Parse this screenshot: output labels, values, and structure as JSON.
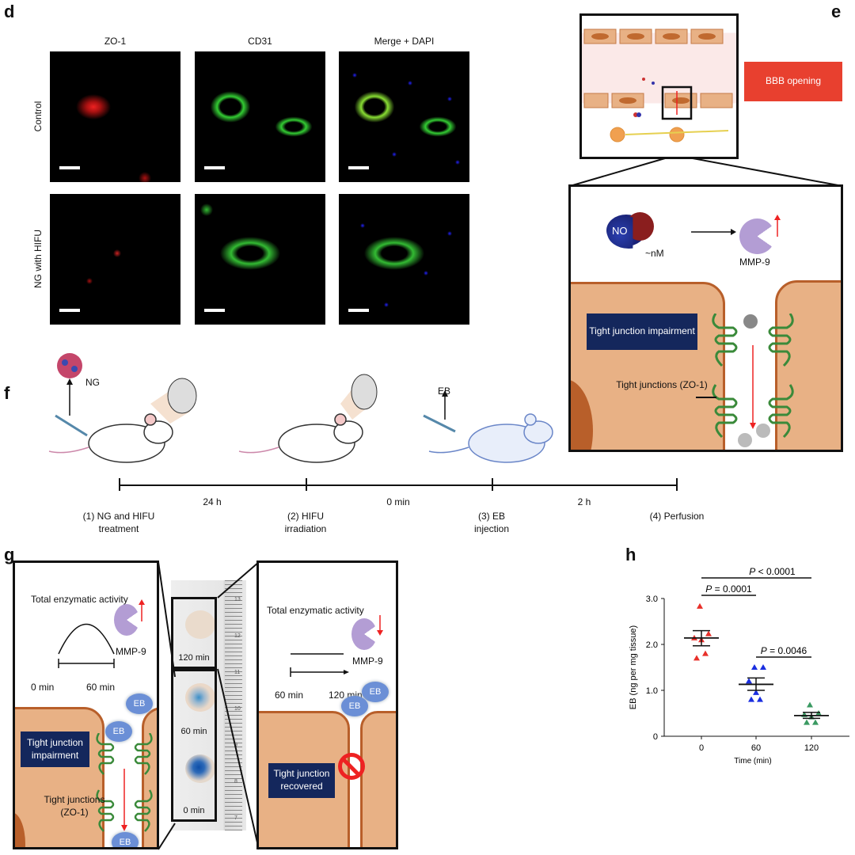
{
  "panels": {
    "d": "d",
    "e": "e",
    "f": "f",
    "g": "g",
    "h": "h"
  },
  "panel_d": {
    "columns": [
      "ZO-1",
      "CD31",
      "Merge + DAPI"
    ],
    "rows": [
      "Control",
      "NG with HIFU"
    ]
  },
  "panel_e": {
    "bbb_label": "BBB opening",
    "no_label": "NO",
    "concentration": "~nM",
    "enzyme": "MMP-9",
    "impairment": "Tight junction impairment",
    "tj_label": "Tight junctions (ZO-1)",
    "colors": {
      "bbb": "#e8402f",
      "navy": "#14275c",
      "cell": "#e8b185"
    }
  },
  "panel_f": {
    "ng_label": "NG",
    "eb_label": "EB",
    "intervals": [
      "24 h",
      "0 min",
      "2 h"
    ],
    "steps": [
      {
        "line1": "(1) NG and HIFU",
        "line2": "treatment"
      },
      {
        "line1": "(2) HIFU",
        "line2": "irradiation"
      },
      {
        "line1": "(3) EB",
        "line2": "injection"
      },
      {
        "line1": "(4) Perfusion",
        "line2": ""
      }
    ]
  },
  "panel_g": {
    "left": {
      "activity": "Total enzymatic activity",
      "enzyme": "MMP-9",
      "t_start": "0 min",
      "t_end": "60 min",
      "status": "Tight junction impairment",
      "tj_label": "Tight junctions (ZO-1)",
      "eb": "EB"
    },
    "photo": {
      "labels": [
        "120 min",
        "60 min",
        "0 min"
      ],
      "ruler": [
        "13",
        "12",
        "11",
        "10",
        "9",
        "8",
        "7"
      ]
    },
    "right": {
      "activity": "Total enzymatic activity",
      "enzyme": "MMP-9",
      "t_start": "60 min",
      "t_end": "120 min",
      "status": "Tight junction recovered",
      "eb": "EB"
    }
  },
  "chart_data": {
    "type": "scatter",
    "xlabel": "Time (min)",
    "ylabel": "EB (ng per mg tissue)",
    "categories": [
      "0",
      "60",
      "120"
    ],
    "ylim": [
      0,
      3.0
    ],
    "yticks": [
      "0",
      "1.0",
      "2.0",
      "3.0"
    ],
    "series": [
      {
        "category": "0",
        "color": "#e8302a",
        "points": [
          2.83,
          2.23,
          2.14,
          2.1,
          1.8,
          1.7
        ],
        "mean": 2.14,
        "sem_upper": 2.3,
        "sem_lower": 1.97
      },
      {
        "category": "60",
        "color": "#1a2ee0",
        "points": [
          1.5,
          1.5,
          1.2,
          0.95,
          0.8,
          0.8
        ],
        "mean": 1.13,
        "sem_upper": 1.27,
        "sem_lower": 1.0
      },
      {
        "category": "120",
        "color": "#3a9a62",
        "points": [
          0.68,
          0.5,
          0.47,
          0.42,
          0.3,
          0.3
        ],
        "mean": 0.45,
        "sem_upper": 0.52,
        "sem_lower": 0.39
      }
    ],
    "comparisons": [
      {
        "from": "0",
        "to": "120",
        "label": "P < 0.0001"
      },
      {
        "from": "0",
        "to": "60",
        "label": "P = 0.0001"
      },
      {
        "from": "60",
        "to": "120",
        "label": "P = 0.0046"
      }
    ],
    "grid": false
  }
}
